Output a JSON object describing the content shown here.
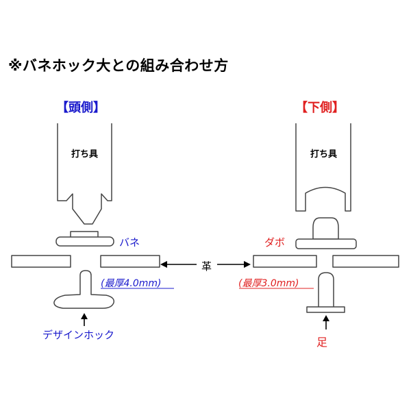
{
  "title": "※バネホック大との組み合わせ方",
  "head_side": {
    "label": "【頭側】",
    "tool_label": "打ち具",
    "spring_label": "バネ",
    "thickness_label": "(最厚4.0mm)",
    "part_label": "デザインホック"
  },
  "bottom_side": {
    "label": "【下側】",
    "tool_label": "打ち具",
    "dabo_label": "ダボ",
    "thickness_label": "(最厚3.0mm)",
    "part_label": "足"
  },
  "leather_label": "革",
  "colors": {
    "head_side": "#1a1acc",
    "bottom_side": "#e02020",
    "text": "#000000",
    "outline": "#444444"
  }
}
